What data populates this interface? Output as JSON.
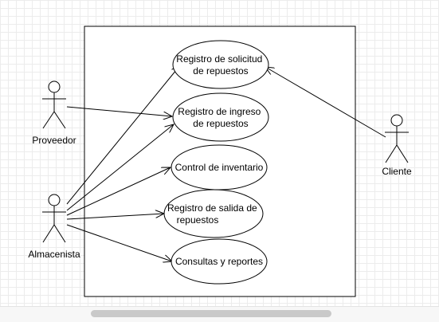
{
  "diagram": {
    "actors": {
      "proveedor": "Proveedor",
      "almacenista": "Almacenista",
      "cliente": "Cliente"
    },
    "use_cases": {
      "registro_solicitud": [
        "Registro de solicitud",
        "de repuestos"
      ],
      "registro_ingreso": [
        "Registro de ingreso",
        "de repuestos"
      ],
      "control_inventario": [
        "Control de inventario"
      ],
      "registro_salida": [
        "Registro de salida de",
        "repuestos"
      ],
      "consultas_reportes": [
        "Consultas y reportes"
      ]
    }
  }
}
